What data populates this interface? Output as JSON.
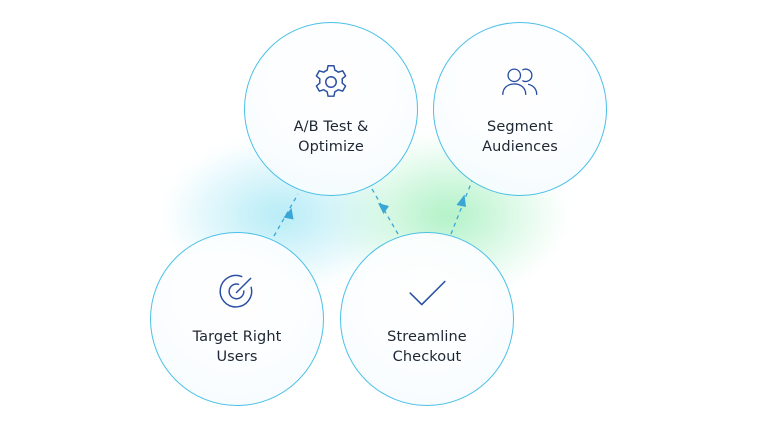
{
  "nodes": {
    "ab_test": {
      "line1": "A/B Test &",
      "line2": "Optimize",
      "icon": "gear-icon"
    },
    "segment": {
      "line1": "Segment",
      "line2": "Audiences",
      "icon": "users-icon"
    },
    "target": {
      "line1": "Target Right",
      "line2": "Users",
      "icon": "target-icon"
    },
    "checkout": {
      "line1": "Streamline",
      "line2": "Checkout",
      "icon": "checkmark-icon"
    }
  },
  "colors": {
    "circle_border": "#4cc0e6",
    "arrow": "#3aa6d6",
    "icon_stroke": "#2a4fa3",
    "glow_blue": "#9fe6f3",
    "glow_green": "#9ff0bf"
  }
}
